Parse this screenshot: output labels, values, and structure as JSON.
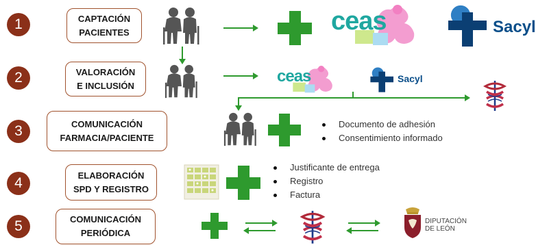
{
  "steps": [
    {
      "number": "1",
      "label": "CAPTACIÓN\nPACIENTES"
    },
    {
      "number": "2",
      "label": "VALORACIÓN\nE INCLUSIÓN"
    },
    {
      "number": "3",
      "label": "COMUNICACIÓN\nFARMACIA/PACIENTE"
    },
    {
      "number": "4",
      "label": "ELABORACIÓN\nSPD Y REGISTRO"
    },
    {
      "number": "5",
      "label": "COMUNICACIÓN\nPERIÓDICA"
    }
  ],
  "logos": {
    "ceas": "ceas",
    "sacyl": "Sacyl",
    "diputacion": "DIPUTACIÓN\nDE LEÓN"
  },
  "step3_items": [
    "Documento de adhesión",
    "Consentimiento informado"
  ],
  "step4_items": [
    "Justificante de entrega",
    "Registro",
    "Factura"
  ],
  "colors": {
    "step_circle": "#8b3019",
    "box_border": "#a0522d",
    "pharmacy_green": "#2e9a2e",
    "sacyl_blue": "#0b4f8a",
    "ceas_teal": "#1fa7a0"
  },
  "icons": [
    "elderly-couple-icon",
    "pharmacy-cross-icon",
    "ceas-logo",
    "sacyl-logo",
    "pharmacist-symbol-icon",
    "spd-blister-icon",
    "diputacion-leon-logo"
  ]
}
